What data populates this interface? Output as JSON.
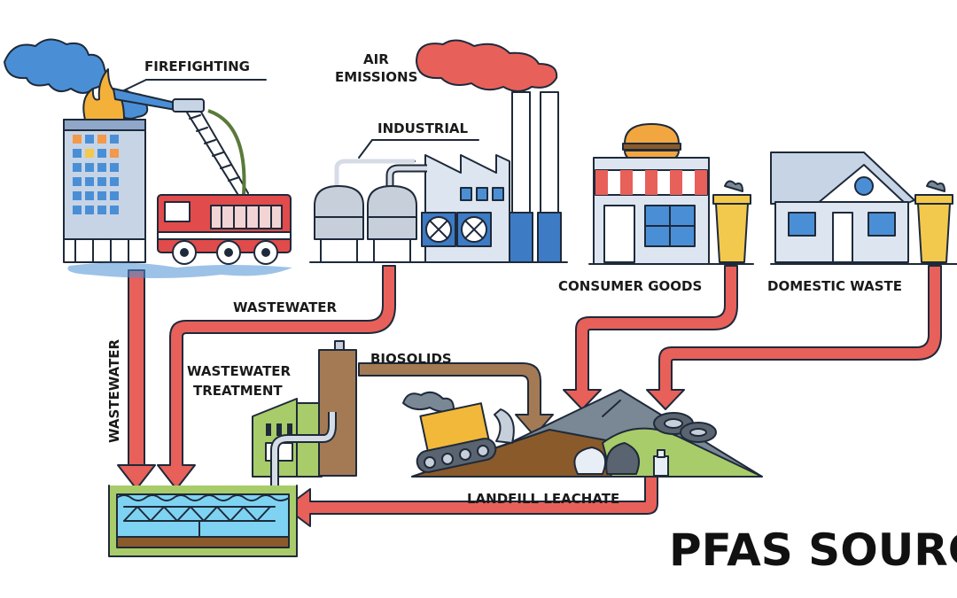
{
  "labels": {
    "firefighting": "FIREFIGHTING",
    "air_emissions_line1": "AIR",
    "air_emissions_line2": "EMISSIONS",
    "industrial": "INDUSTRIAL",
    "consumer_goods": "CONSUMER GOODS",
    "domestic_waste": "DOMESTIC WASTE",
    "wastewater_top": "WASTEWATER",
    "wastewater_side": "WASTEWATER",
    "treatment_line1": "WASTEWATER",
    "treatment_line2": "TREATMENT",
    "biosolids": "BIOSOLIDS",
    "landfill_leachate": "LANDFILL LEACHATE",
    "title": "PFAS SOURC"
  },
  "colors": {
    "arrow_fill": "#e8605a",
    "arrow_outline": "#1e2a3a",
    "biosolids_arrow": "#a47a55",
    "smoke_blue": "#4a8fd6",
    "smoke_red": "#e8605a",
    "fire": "#f4b13a",
    "building_blue": "#c7d4e6",
    "water": "#7fd3f2",
    "landfill": "#7a8794",
    "bin_yellow": "#f2c94c",
    "treatment_green": "#a9cc6a"
  }
}
